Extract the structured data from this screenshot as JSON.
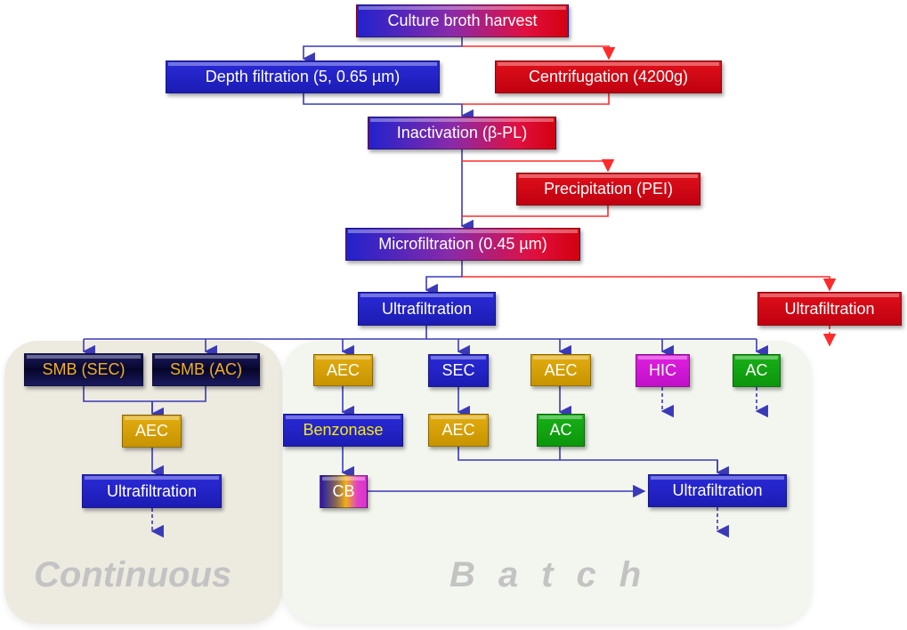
{
  "colors": {
    "blue": "#1f1fc0",
    "red": "#d00010",
    "gold": "#d4a008",
    "green": "#12a012",
    "magenta": "#d018d8",
    "navy": "#0b0b3c",
    "wire_blue": "#3a3ab8",
    "wire_red": "#ff2b2b",
    "continuous_panel": "#edeae0",
    "batch_panel": "#f3f6ee",
    "section_label": "#c3c3c3"
  },
  "sections": {
    "continuous": "Continuous",
    "batch": "Batch"
  },
  "nodes": {
    "harvest": "Culture broth harvest",
    "depth_filtration": "Depth filtration (5, 0.65 µm)",
    "centrifugation": "Centrifugation (4200g)",
    "inactivation": "Inactivation (β-PL)",
    "precipitation": "Precipitation (PEI)",
    "microfiltration": "Microfiltration (0.45 µm)",
    "ultrafiltration_main": "Ultrafiltration",
    "ultrafiltration_red": "Ultrafiltration",
    "smb_sec": "SMB (SEC)",
    "smb_ac": "SMB (AC)",
    "cont_aec": "AEC",
    "cont_ultrafiltration": "Ultrafiltration",
    "batch_aec_1": "AEC",
    "benzonase": "Benzonase",
    "cb": "CB",
    "batch_sec": "SEC",
    "batch_aec_2": "AEC",
    "batch_aec_3": "AEC",
    "batch_ac_1": "AC",
    "batch_hic": "HIC",
    "batch_ac_2": "AC",
    "batch_ultrafiltration": "Ultrafiltration"
  }
}
